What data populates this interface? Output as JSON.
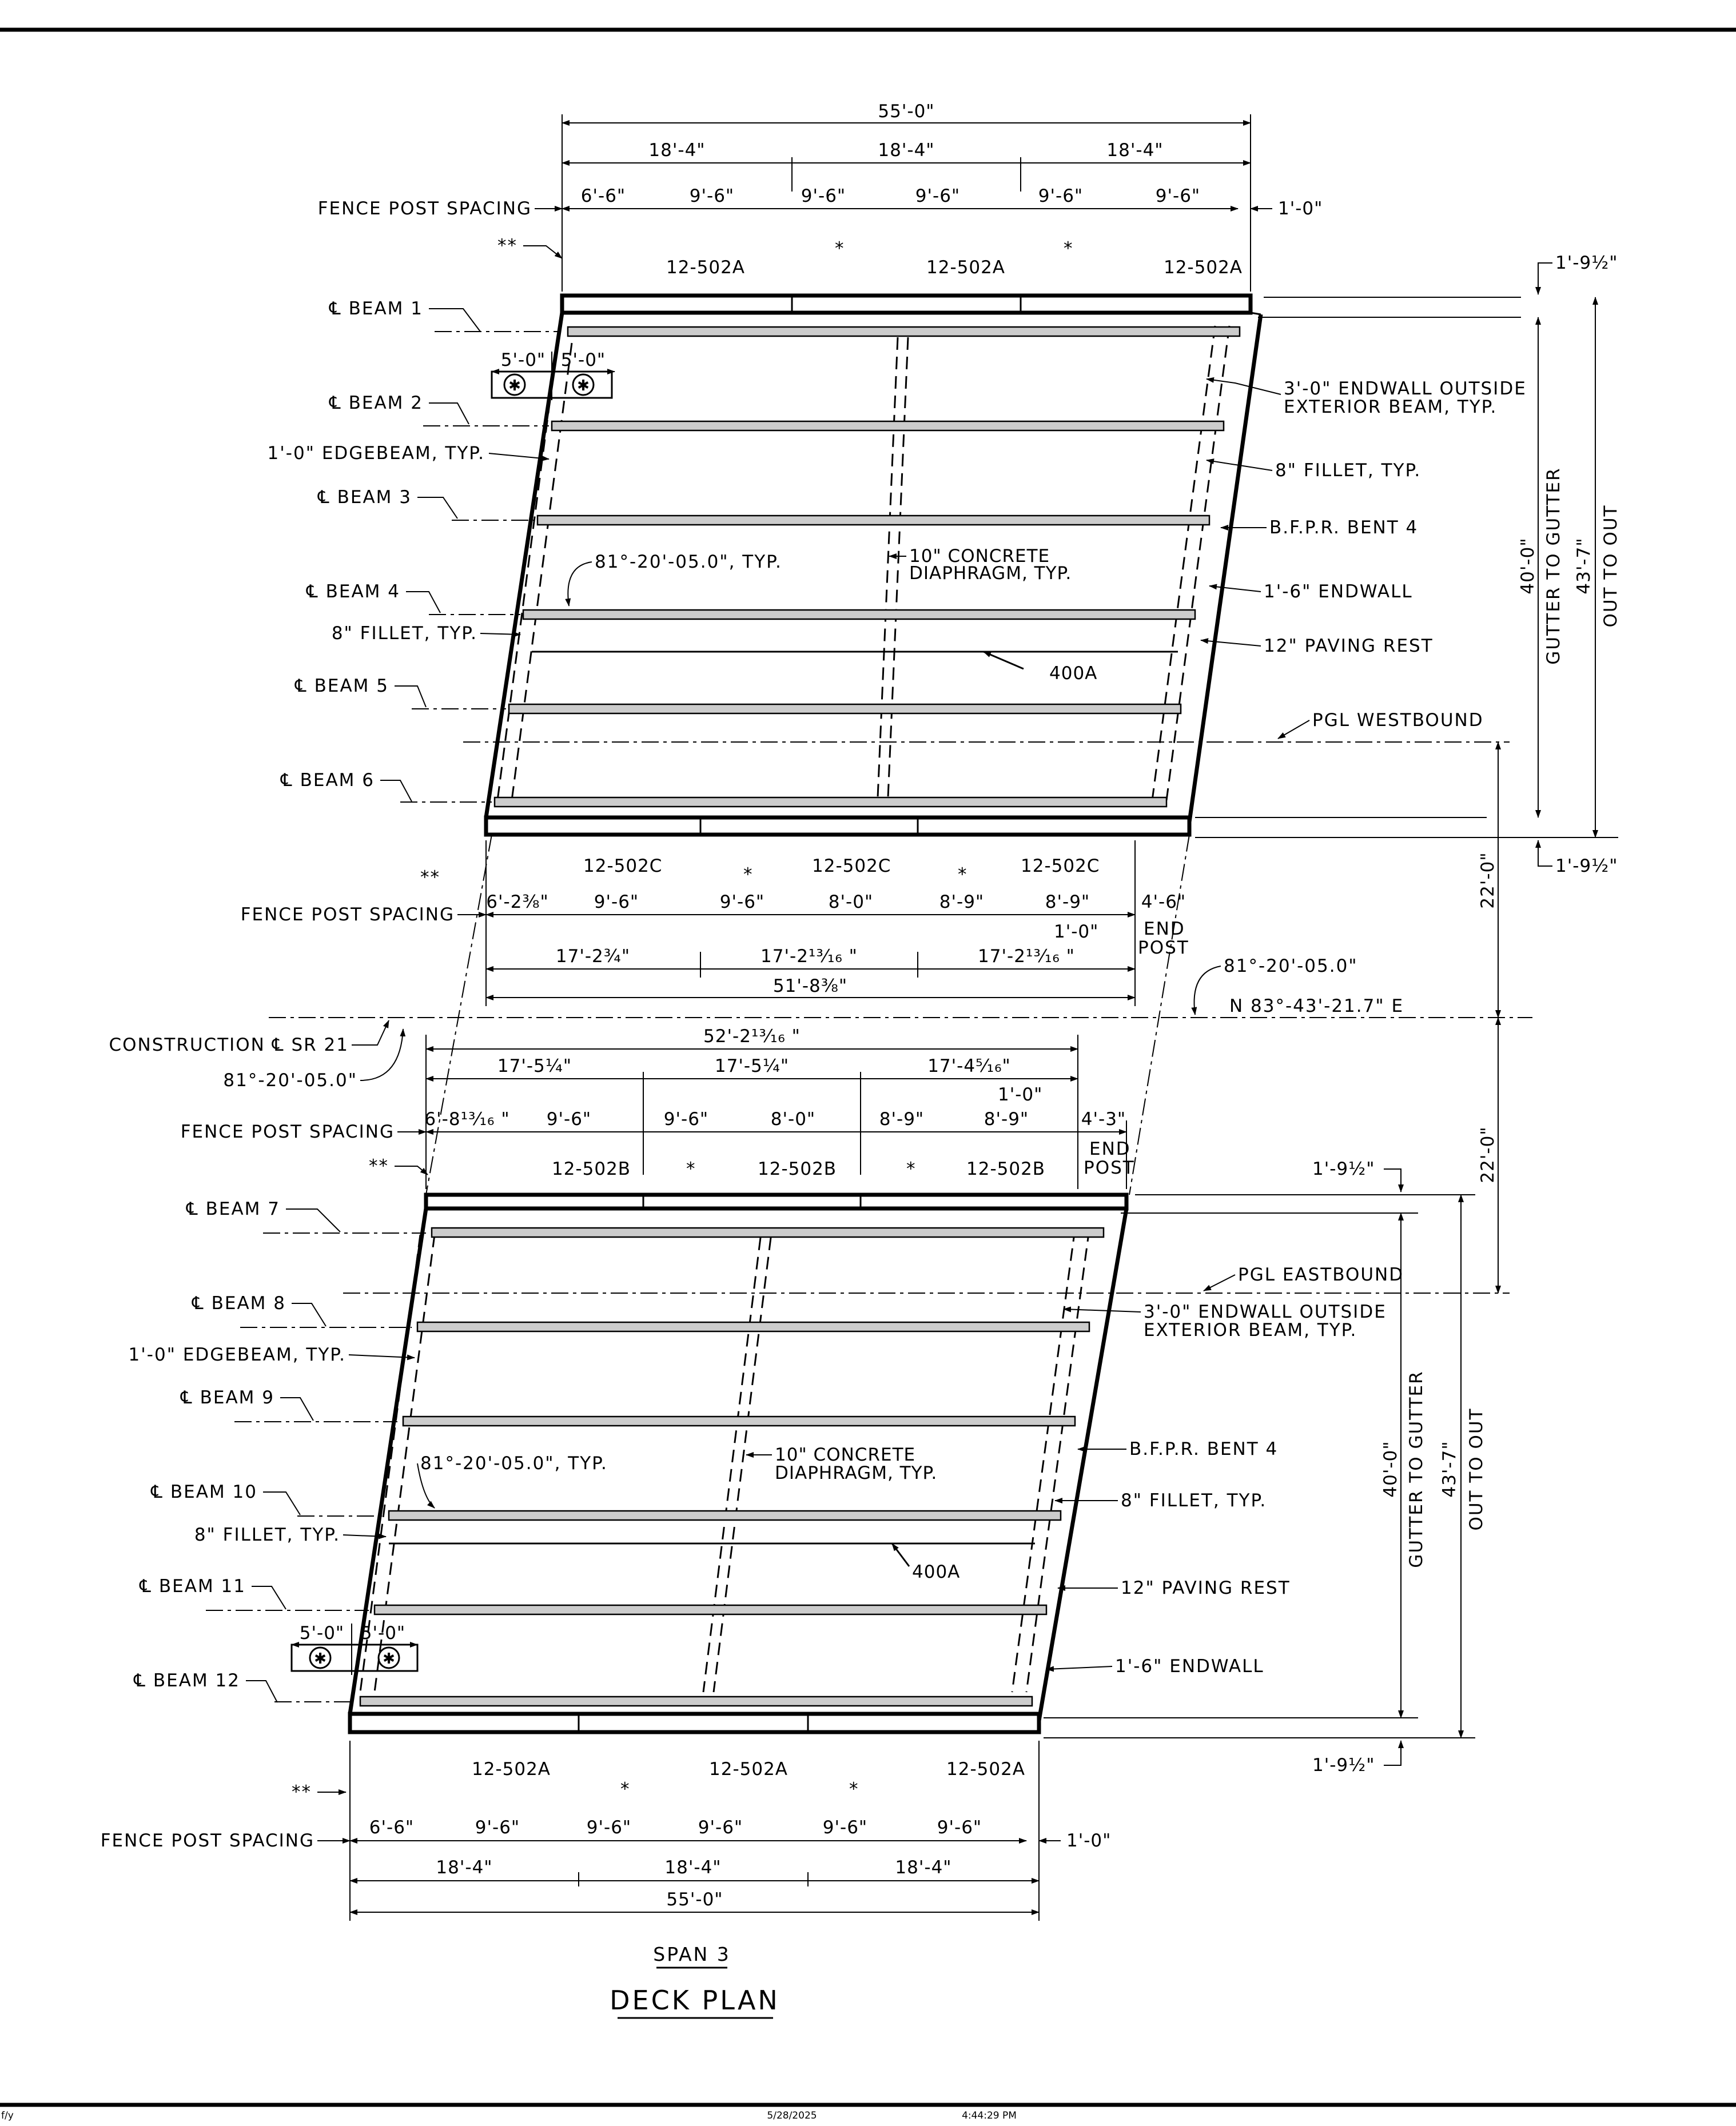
{
  "footer": {
    "left": "f/y",
    "date": "5/28/2025",
    "time": "4:44:29 PM"
  },
  "title": {
    "span": "SPAN 3",
    "main": "DECK PLAN"
  },
  "labels": {
    "fence_post_spacing": "FENCE POST SPACING",
    "double_star": "**",
    "star": "*",
    "beams": [
      "℄ BEAM 1",
      "℄ BEAM 2",
      "℄ BEAM 3",
      "℄ BEAM 4",
      "℄ BEAM 5",
      "℄ BEAM 6",
      "℄ BEAM 7",
      "℄ BEAM 8",
      "℄ BEAM 9",
      "℄ BEAM 10",
      "℄ BEAM 11",
      "℄ BEAM 12"
    ],
    "edgebeam": "1'-0\" EDGEBEAM, TYP.",
    "skew_typ": "81°-20'-05.0\", TYP.",
    "fillet_typ": "8\" FILLET, TYP.",
    "endwall_outside_1": "3'-0\" ENDWALL OUTSIDE",
    "endwall_outside_2": "EXTERIOR BEAM, TYP.",
    "bfpr": "B.F.P.R. BENT 4",
    "diaphragm_1": "10\" CONCRETE",
    "diaphragm_2": "DIAPHRAGM, TYP.",
    "endwall": "1'-6\" ENDWALL",
    "paving_rest": "12\" PAVING REST",
    "bar_400a": "400A",
    "pgl_west": "PGL WESTBOUND",
    "pgl_east": "PGL EASTBOUND",
    "construction_cl": "CONSTRUCTION ℄ SR 21",
    "skew": "81°-20'-05.0\"",
    "bearing": "N 83°-43'-21.7\" E",
    "end": "END",
    "post": "POST",
    "gutter_to_gutter": "GUTTER TO GUTTER",
    "out_to_out": "OUT TO OUT",
    "bar_a": "12-502A",
    "bar_b": "12-502B",
    "bar_c": "12-502C"
  },
  "dims": {
    "overall_55": "55'-0\"",
    "third_18_4": "18'-4\"",
    "d6_6": "6'-6\"",
    "d9_6": "9'-6\"",
    "d1_0": "1'-0\"",
    "d5_0": "5'-0\"",
    "d1_9_5": "1'-9½\"",
    "d40_0": "40'-0\"",
    "d43_7": "43'-7\"",
    "d22_0": "22'-0\"",
    "d6_2_38": "6'-2⅜\"",
    "d8_0": "8'-0\"",
    "d8_9": "8'-9\"",
    "d4_6": "4'-6\"",
    "d17_2_34": "17'-2¾\"",
    "d17_2_1316": "17'-2¹³⁄₁₆ \"",
    "d17_2_1316b": "17'-2¹³⁄₁₆ \"",
    "d51_8_38": "51'-8⅜\"",
    "d52_2_1316": "52'-2¹³⁄₁₆ \"",
    "d17_5_14": "17'-5¼\"",
    "d17_4_516": "17'-4⁵⁄₁₆\"",
    "d6_8_1316": "6'-8¹³⁄₁₆ \"",
    "d4_3": "4'-3\""
  }
}
